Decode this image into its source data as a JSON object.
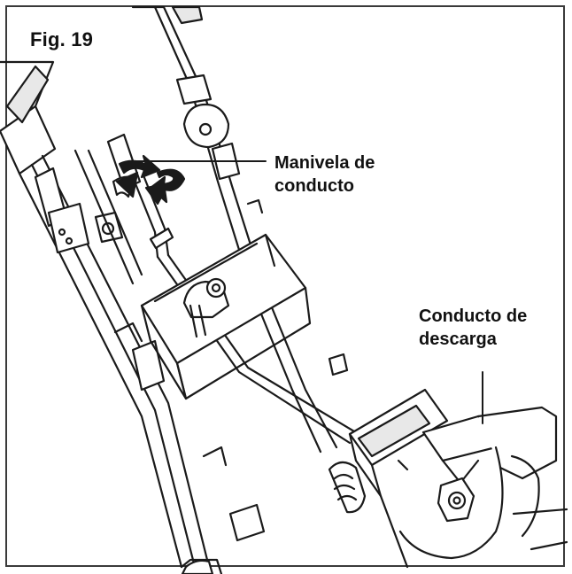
{
  "figure": {
    "label": "Fig. 19"
  },
  "callouts": {
    "crank": {
      "line1": "Manivela de",
      "line2": "conducto"
    },
    "chute": {
      "line1": "Conducto de",
      "line2": "descarga"
    }
  },
  "colors": {
    "line": "#1a1a1a",
    "frame": "#3a3a3a",
    "fill": "#ffffff",
    "shade": "#e8e8e8"
  }
}
